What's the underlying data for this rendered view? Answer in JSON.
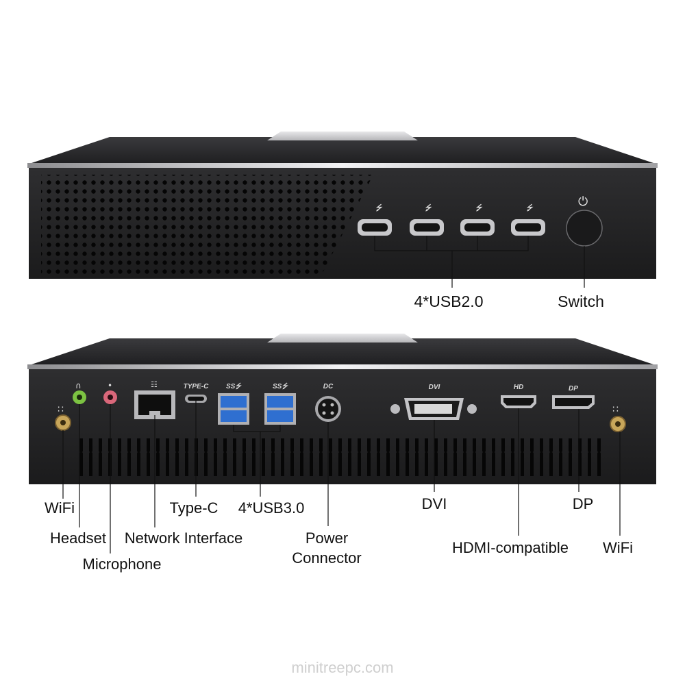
{
  "front_panel": {
    "usb_label": "4*USB2.0",
    "switch_label": "Switch"
  },
  "rear_panel": {
    "port_text": {
      "type_c": "TYPE-C",
      "dc": "DC",
      "dvi": "DVI",
      "hd": "HD",
      "dp": "DP"
    },
    "labels": {
      "wifi_left": "WiFi",
      "headset": "Headset",
      "microphone": "Microphone",
      "network": "Network Interface",
      "type_c": "Type-C",
      "usb3": "4*USB3.0",
      "power_line1": "Power",
      "power_line2": "Connector",
      "dvi": "DVI",
      "hdmi": "HDMI-compatible",
      "dp": "DP",
      "wifi_right": "WiFi"
    }
  },
  "watermark": "minitreepc.com",
  "colors": {
    "case_body": "#2b2b2d",
    "case_trim": "#c9c9cc",
    "headset_jack": "#7cc242",
    "microphone_jack": "#d9677a",
    "usb3_port": "#2f6fd0",
    "wifi_connector": "#c8a65a"
  }
}
